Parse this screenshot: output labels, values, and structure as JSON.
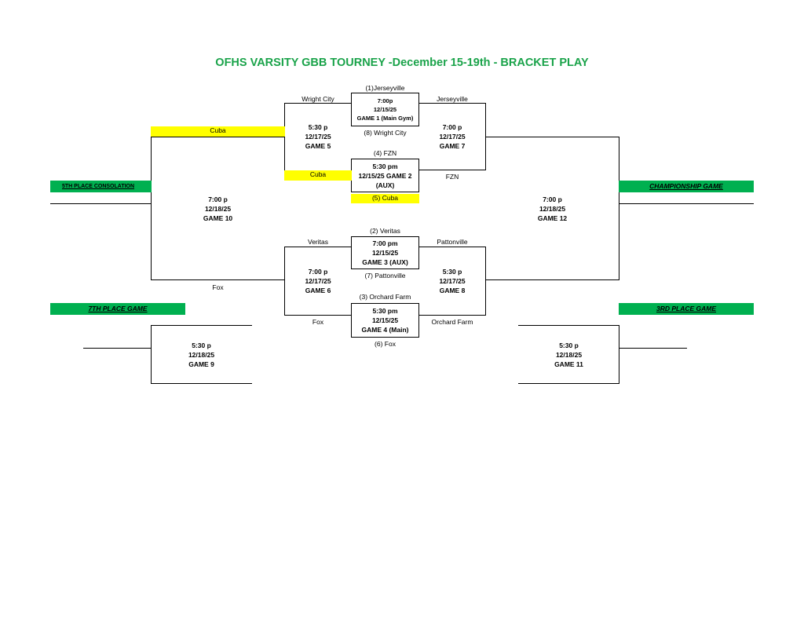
{
  "title": "OFHS VARSITY GBB TOURNEY -December 15-19th - BRACKET PLAY",
  "colors": {
    "title": "#1aa34a",
    "banner": "#00b050",
    "highlight": "#ffff00"
  },
  "seeds": {
    "s1": "(1)Jerseyville",
    "s8": "(8) Wright City",
    "s4": "(4) FZN",
    "s5": "(5) Cuba",
    "s2": "(2) Veritas",
    "s7": "(7) Pattonville",
    "s3": "(3) Orchard Farm",
    "s6": "(6) Fox"
  },
  "teams": {
    "wright_city": "Wright City",
    "jerseyville": "Jerseyville",
    "cuba_top": "Cuba",
    "cuba_mid": "Cuba",
    "fzn": "FZN",
    "veritas": "Veritas",
    "pattonville": "Pattonville",
    "fox_upper": "Fox",
    "fox_lower": "Fox",
    "orchard_farm": "Orchard Farm"
  },
  "games": {
    "g1": [
      "7:00p",
      "12/15/25",
      "GAME 1 (Main Gym)"
    ],
    "g2": [
      "5:30 pm",
      "12/15/25 GAME 2",
      "(AUX)"
    ],
    "g3": [
      "7:00 pm",
      "12/15/25",
      "GAME 3 (AUX)"
    ],
    "g4": [
      "5:30 pm",
      "12/15/25",
      "GAME 4 (Main)"
    ],
    "g5": [
      "5:30 p",
      "12/17/25",
      "GAME 5"
    ],
    "g6": [
      "7:00 p",
      "12/17/25",
      "GAME 6"
    ],
    "g7": [
      "7:00 p",
      "12/17/25",
      "GAME 7"
    ],
    "g8": [
      "5:30 p",
      "12/17/25",
      "GAME 8"
    ],
    "g9": [
      "5:30 p",
      "12/18/25",
      "GAME 9"
    ],
    "g10": [
      "7:00 p",
      "12/18/25",
      "GAME 10"
    ],
    "g11": [
      "5:30 p",
      "12/18/25",
      "GAME 11"
    ],
    "g12": [
      "7:00 p",
      "12/18/25",
      "GAME 12"
    ]
  },
  "banners": {
    "fifth": "5TH PLACE CONSOLATION",
    "championship": "CHAMPIONSHIP GAME",
    "seventh": "7TH PLACE GAME",
    "third": "3RD PLACE GAME"
  }
}
